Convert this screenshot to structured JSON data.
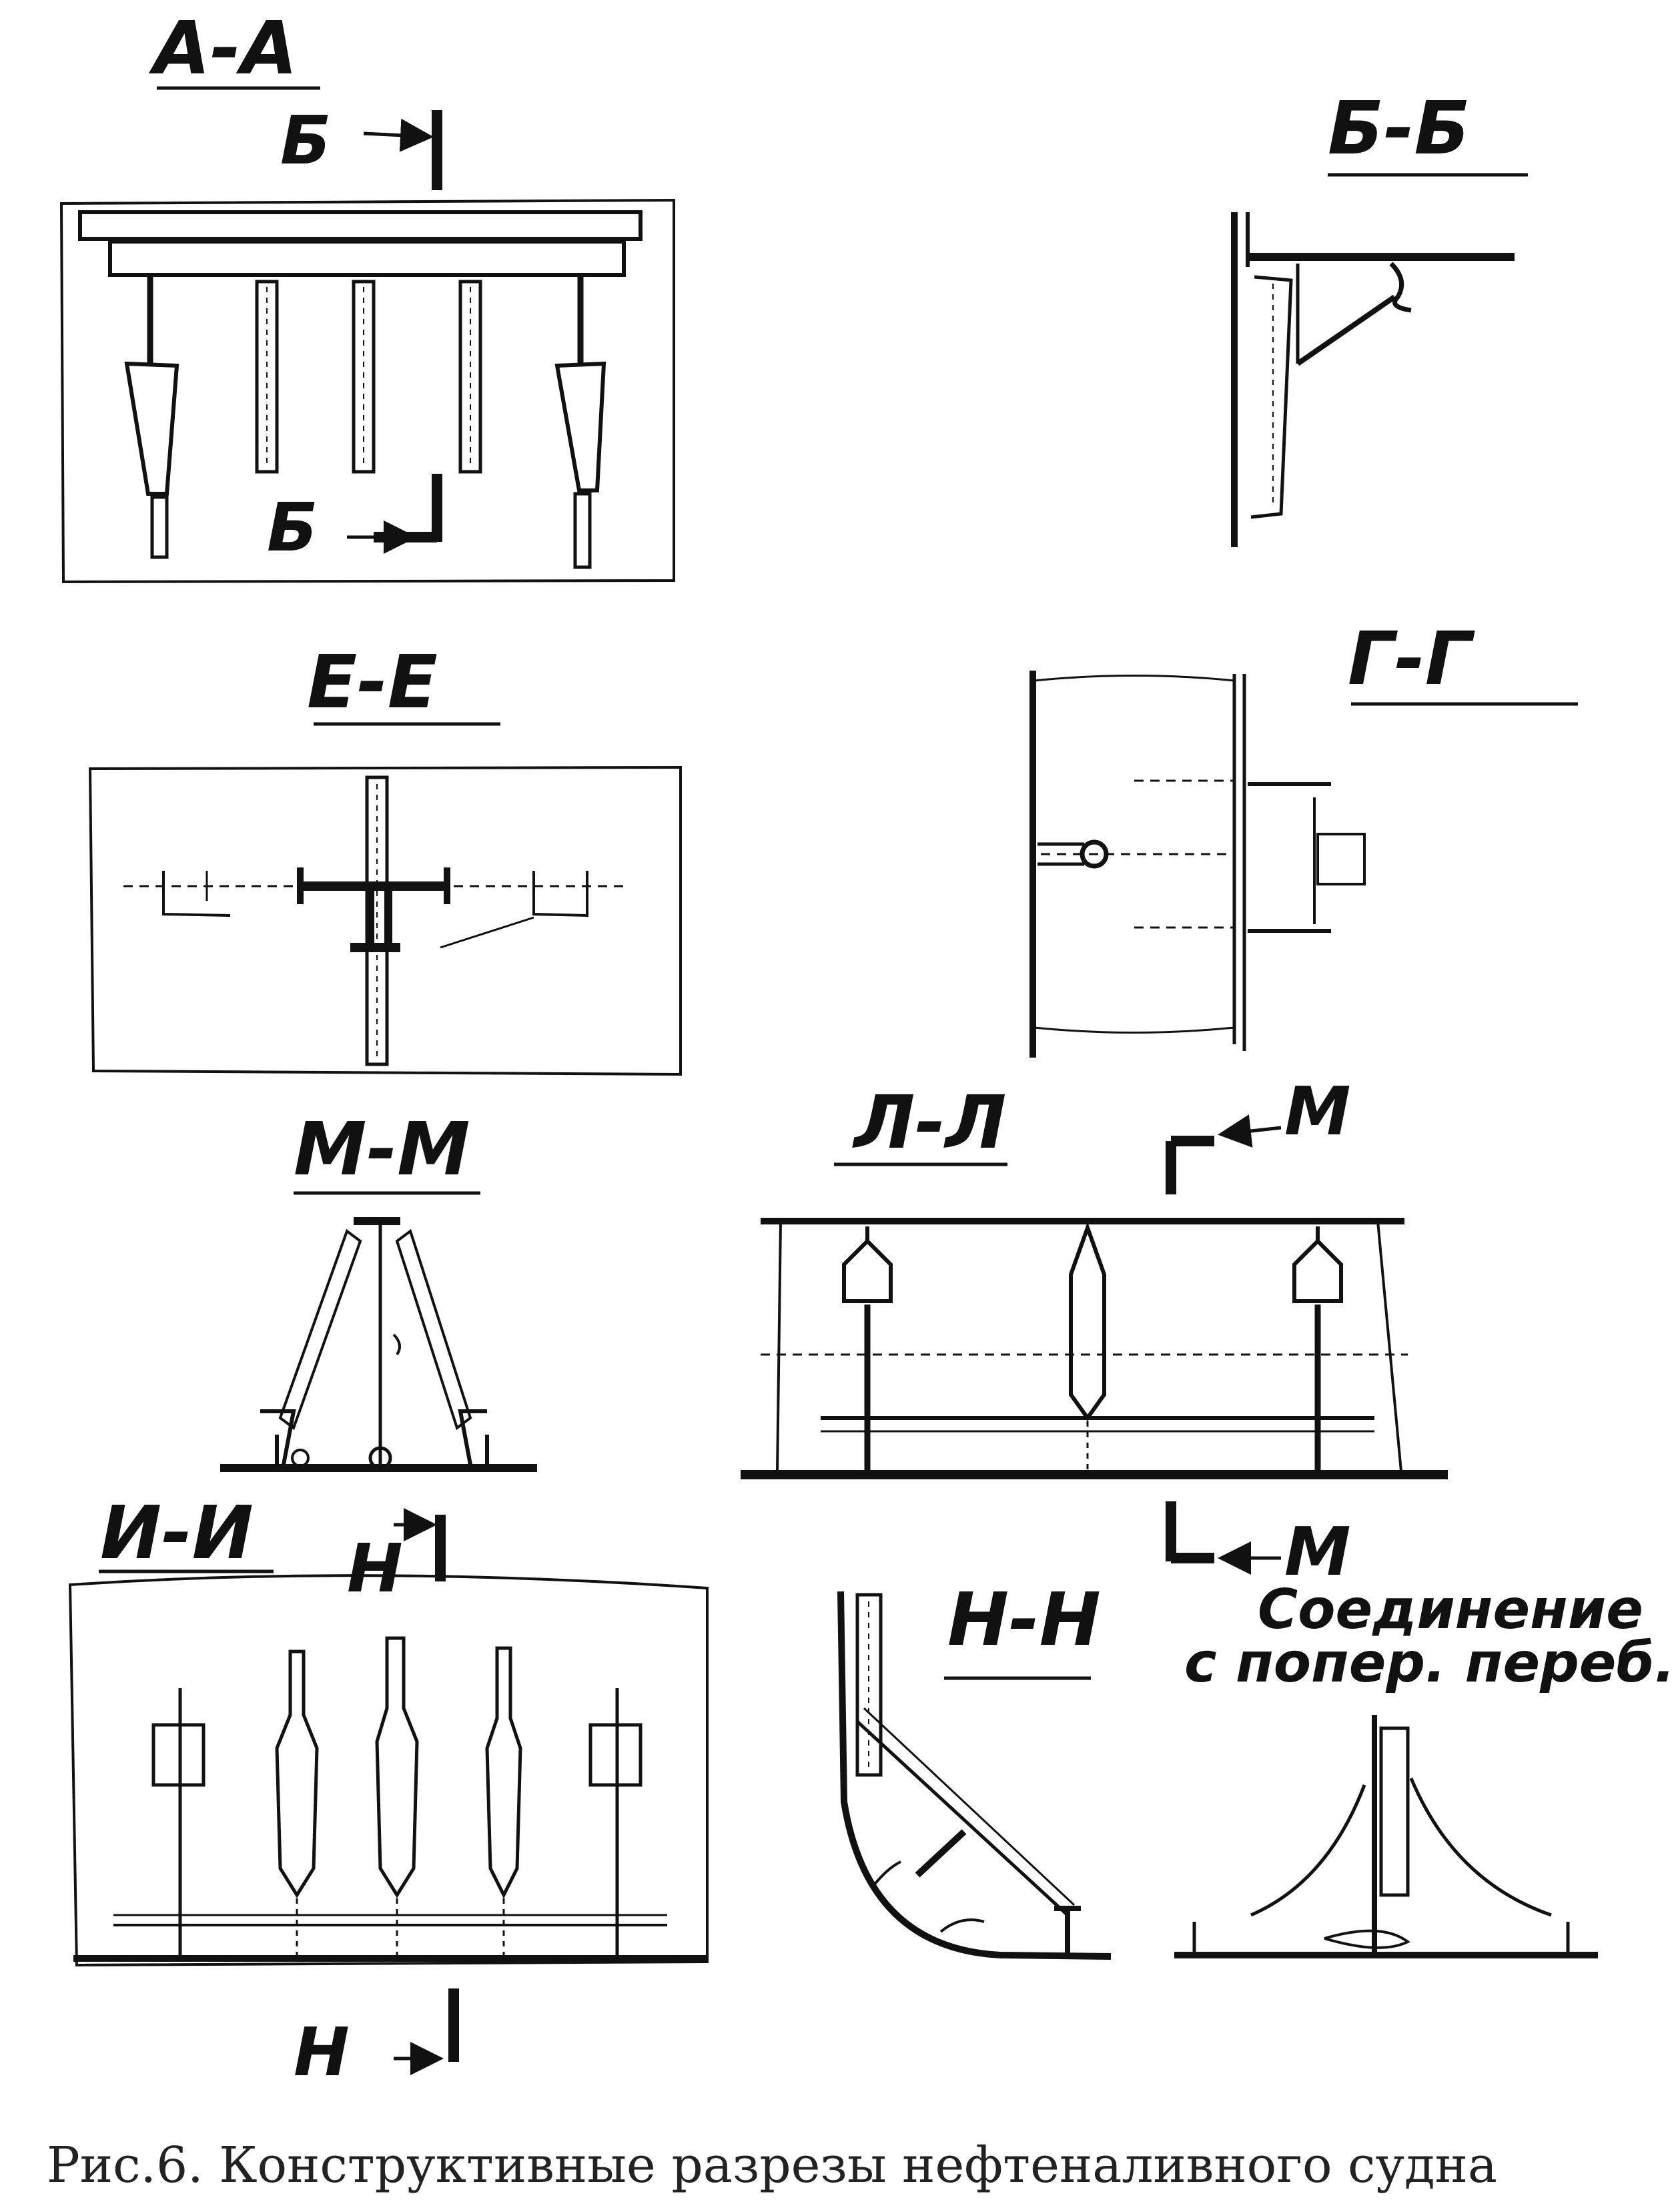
{
  "sections": {
    "aa": "А-А",
    "bb": "Б-Б",
    "ee": "Е-Е",
    "gg": "Г-Г",
    "mm": "М-М",
    "ll": "Л-Л",
    "ii": "И-И",
    "nn": "Н-Н"
  },
  "markers": {
    "b_top": "Б",
    "b_bottom": "Б",
    "m_top": "М",
    "m_bottom": "М",
    "n_top": "Н",
    "n_bottom": "Н"
  },
  "note": {
    "line1": "Соединение",
    "line2": "с попер. переб."
  },
  "caption": "Рис.6. Конструктивные разрезы нефтеналивного судна"
}
